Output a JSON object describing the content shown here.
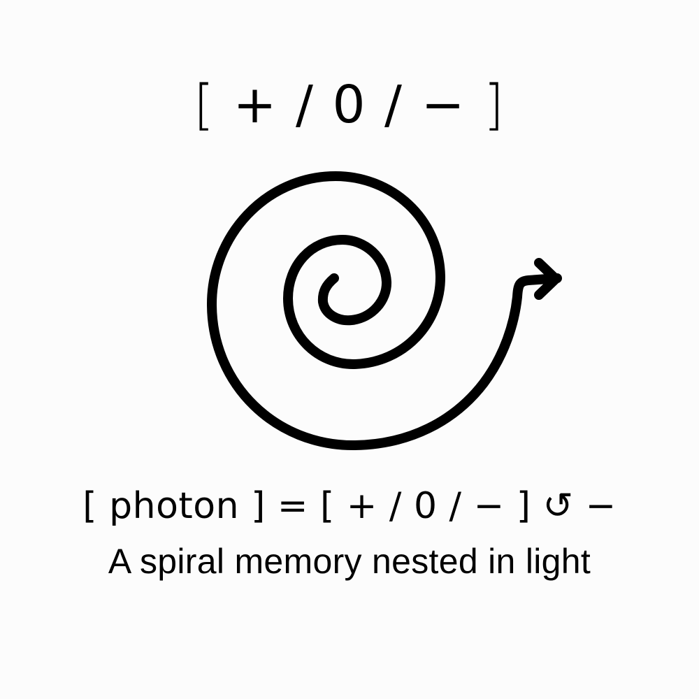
{
  "background_color": "#fcfcfc",
  "ink_color": "#000000",
  "top_formula": {
    "open_bracket": "[",
    "body": " + / 0 / − ",
    "close_bracket": "]"
  },
  "spiral": {
    "icon": "spiral-arrow-icon",
    "direction": "outward, ending in right-pointing arrow",
    "stroke_width": 14
  },
  "equation": {
    "text": "[ photon ] = [ + / 0 / − ] ↺ −"
  },
  "caption": {
    "text": "A spiral memory nested in light"
  }
}
